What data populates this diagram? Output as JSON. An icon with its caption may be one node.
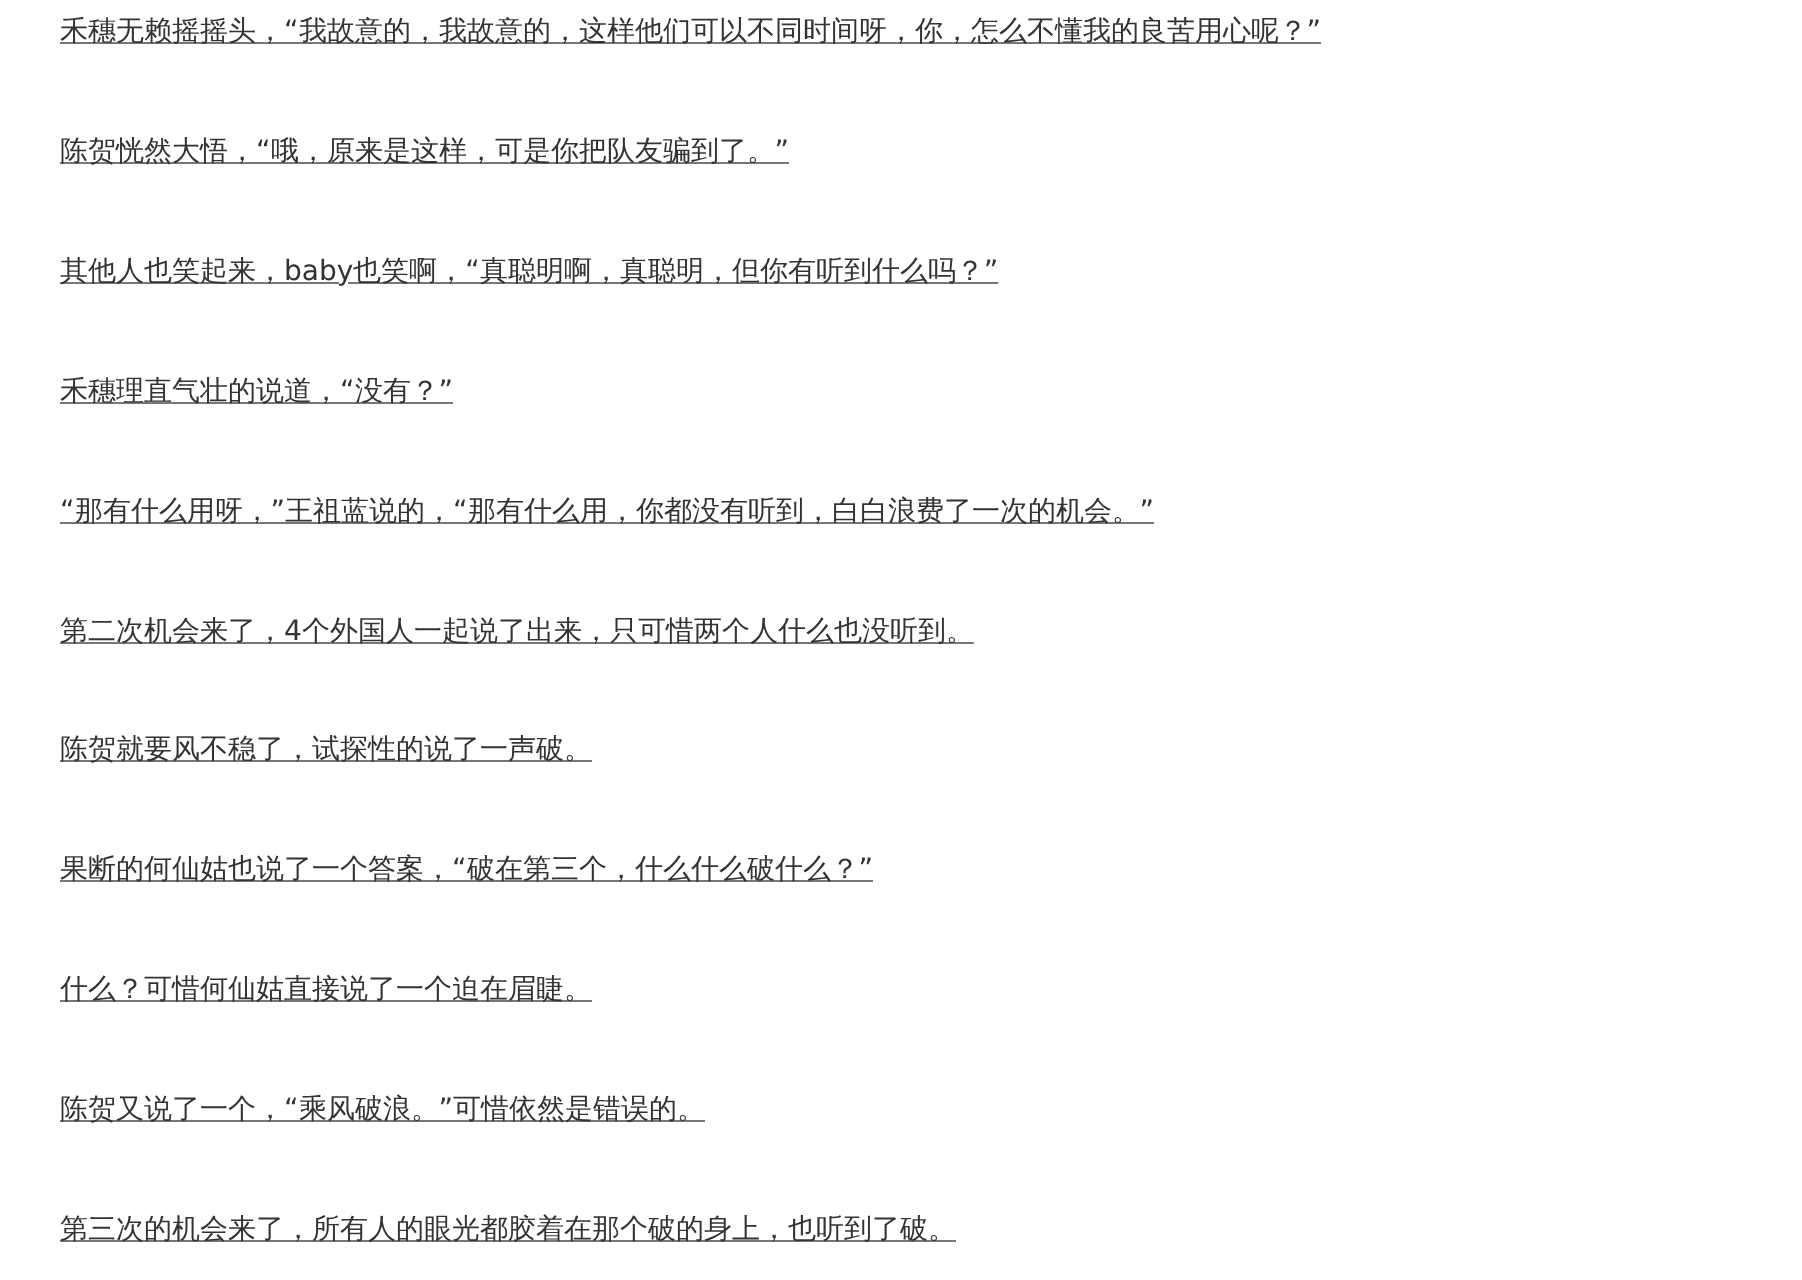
{
  "diagram": {
    "labels": [
      "禾穗无赖摇摇头，“我故意的，我故意的，这样他们可以不同时间呀，你，怎么不懂我的良苦用心呢？”",
      "陈贺恍然大悟，“哦，原来是这样，可是你把队友骗到了。”",
      "其他人也笑起来，baby也笑啊，“真聪明啊，真聪明，但你有听到什么吗？”",
      "禾穗理直气壮的说道，“没有？”",
      "“那有什么用呀，”王祖蓝说的，“那有什么用，你都没有听到，白白浪费了一次的机会。”",
      "第二次机会来了，4个外国人一起说了出来，只可惜两个人什么也没听到。",
      "陈贺就要风不稳了，试探性的说了一声破。",
      "果断的何仙姑也说了一个答案，“破在第三个，什么什么破什么？”",
      "什么？可惜何仙姑直接说了一个迫在眉睫。",
      "陈贺又说了一个，“乘风破浪。”可惜依然是错误的。",
      "第三次的机会来了，所有人的眼光都胶着在那个破的身上，也听到了破。"
    ]
  }
}
